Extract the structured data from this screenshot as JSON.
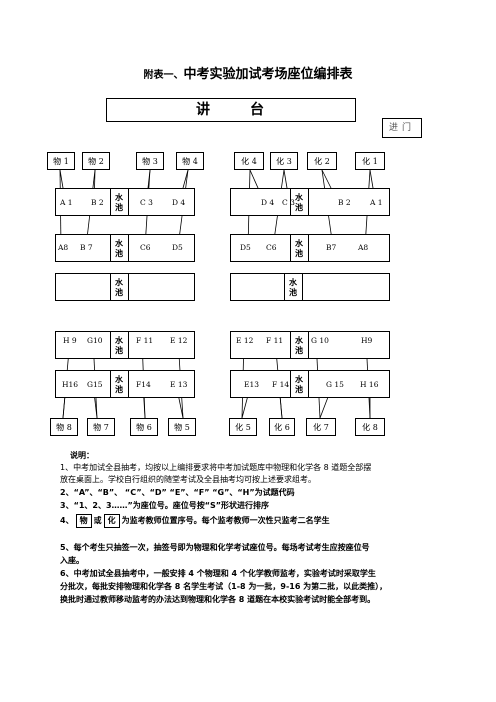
{
  "title_prefix": "附表一、",
  "title_main": "中考实验加试考场座位编排表",
  "podium": "讲台",
  "door": "进门",
  "sink": "水池",
  "top_left_boxes": [
    "物 1",
    "物 2",
    "物 3",
    "物 4"
  ],
  "top_right_boxes": [
    "化 4",
    "化 3",
    "化 2",
    "化 1"
  ],
  "bottom_left_boxes": [
    "物 8",
    "物 7",
    "物 6",
    "物 5"
  ],
  "bottom_right_boxes": [
    "化 5",
    "化 6",
    "化 7",
    "化 8"
  ],
  "row1_left": [
    "A 1",
    "B 2",
    "C 3",
    "D 4"
  ],
  "row1_right": [
    "D 4",
    "C 3",
    "B 2",
    "A 1"
  ],
  "row2_left": [
    "A8",
    "B 7",
    "C6",
    "D5"
  ],
  "row2_right": [
    "D5",
    "C6",
    "B7",
    "A8"
  ],
  "row4_left": [
    "H 9",
    "G10",
    "F 11",
    "E 12"
  ],
  "row4_right": [
    "E 12",
    "F 11",
    "G 10",
    "H9"
  ],
  "row5_left": [
    "H16",
    "G15",
    "F14",
    "E 13"
  ],
  "row5_right": [
    "E13",
    "F 14",
    "G 15",
    "H 16"
  ],
  "notes": {
    "heading": "说明：",
    "n1a": "1、中考加试全县抽考，均按以上编排要求将中考加试题库中物理和化学各 8 道题全部摆",
    "n1b": "放在桌面上。学校自行组织的随堂考试及全县抽考均可按上述要求组考。",
    "n2": "2、“A”、“B”、 “C”、“D” “E”、“F” “G”、“H”为试题代码",
    "n3": "3、“1、2、3……”为座位号。座位号按“S”形状进行排序",
    "n4_prefix": "4、",
    "n4_chip1": "物",
    "n4_mid": "或",
    "n4_chip2": "化",
    "n4_suffix": "为监考教师位置序号。每个监考教师一次性只监考二名学生",
    "n5a": "5、每个考生只抽签一次，抽签号即为物理和化学考试座位号。每场考试考生应按座位号",
    "n5b": "入座。",
    "n6a": "6、中考加试全县抽考中，一般安排 4 个物理和 4 个化学教师监考，实验考试时采取学生",
    "n6b": "分批次，每批安排物理和化学各 8 名学生考试（1-8 为一批，9-16 为第二批，以此类推），",
    "n6c": "换批时通过教师移动监考的办法达到物理和化学各 8 道题在本校实验考试时能全部考到。"
  }
}
